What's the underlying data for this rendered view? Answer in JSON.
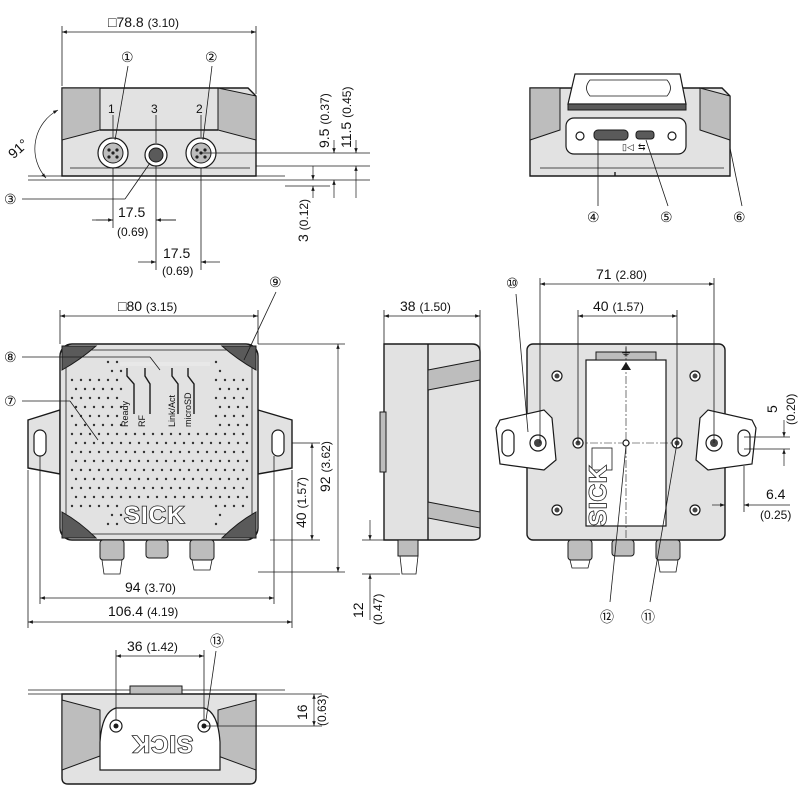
{
  "dimensions": {
    "top_width": "□78.8",
    "top_width_in": "(3.10)",
    "angle": "91°",
    "h_95": "9.5",
    "h_95_in": "(0.37)",
    "h_115": "11.5",
    "h_115_in": "(0.45)",
    "h_3": "3",
    "h_3_in": "(0.12)",
    "off_175_a": "17.5",
    "off_175_a_in": "(0.69)",
    "off_175_b": "17.5",
    "off_175_b_in": "(0.69)",
    "front_width": "□80",
    "front_width_in": "(3.15)",
    "side_depth": "38",
    "side_depth_in": "(1.50)",
    "hole_span": "71",
    "hole_span_in": "(2.80)",
    "inner_span": "40",
    "inner_span_in": "(1.57)",
    "height_92": "92",
    "height_92_in": "(3.62)",
    "height_40": "40",
    "height_40_in": "(1.57)",
    "width_94": "94",
    "width_94_in": "(3.70)",
    "width_1064": "106.4",
    "width_1064_in": "(4.19)",
    "conn_12": "12",
    "conn_12_in": "(0.47)",
    "slot_5": "5",
    "slot_5_in": "(0.20)",
    "slot_64": "6.4",
    "slot_64_in": "(0.25)",
    "bottom_36": "36",
    "bottom_36_in": "(1.42)",
    "bottom_16": "16",
    "bottom_16_in": "(0.63)"
  },
  "connector_labels": [
    "1",
    "3",
    "2"
  ],
  "leds": [
    "Ready",
    "RF",
    "Link/Act",
    "microSD"
  ],
  "callouts": [
    "①",
    "②",
    "③",
    "④",
    "⑤",
    "⑥",
    "⑦",
    "⑧",
    "⑨",
    "⑩",
    "⑪",
    "⑫",
    "⑬"
  ],
  "brand": "SICK",
  "brand_mirrored": "SICK",
  "icons": {
    "ground": "⏚",
    "sd_card": "sd-card-icon",
    "usb": "usb-icon"
  }
}
